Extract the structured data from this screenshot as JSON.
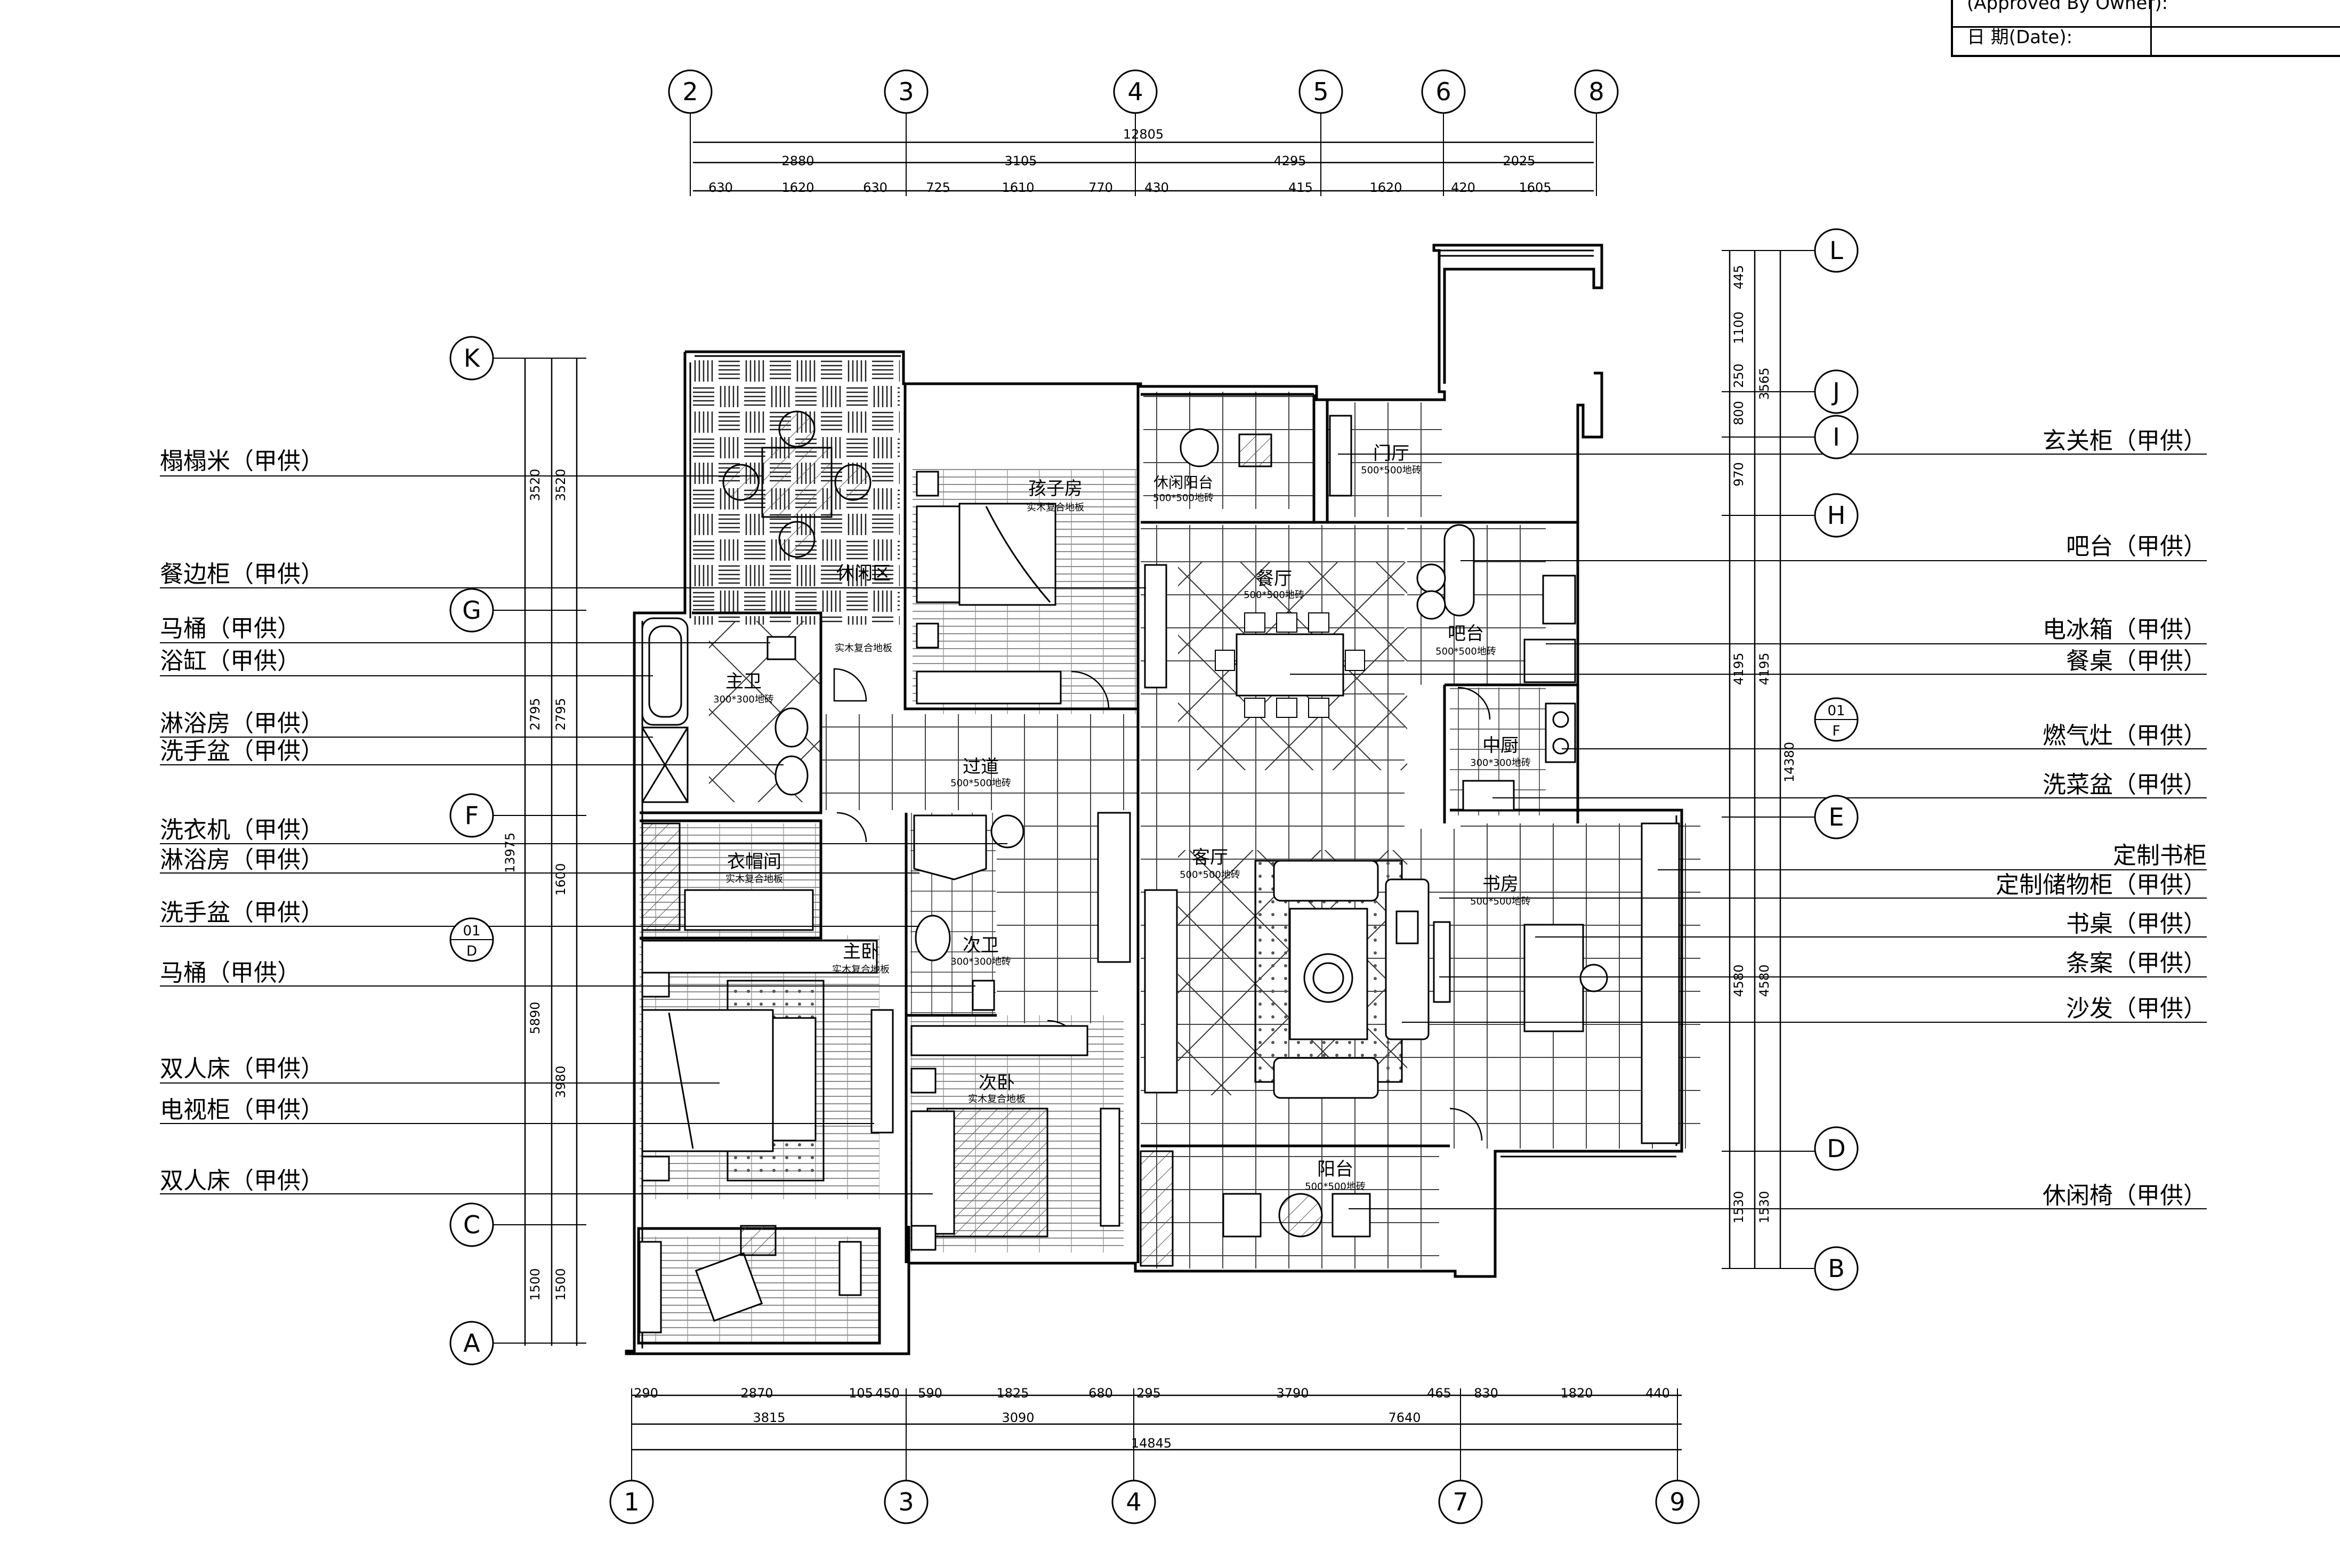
{
  "title_block": {
    "approved_by": "(Approved By Owner):",
    "date": "日 期(Date):"
  },
  "grid_top": [
    "2",
    "3",
    "4",
    "5",
    "6",
    "8"
  ],
  "grid_bottom": [
    "1",
    "3",
    "4",
    "7",
    "9"
  ],
  "grid_left": [
    "K",
    "G",
    "F",
    "C",
    "A"
  ],
  "grid_right": [
    "L",
    "J",
    "I",
    "H",
    "E",
    "D",
    "B"
  ],
  "detail_refs": {
    "left": {
      "top": "01",
      "bottom": "D"
    },
    "right": {
      "top": "01",
      "bottom": "F"
    }
  },
  "dims_top": {
    "total": "12805",
    "segments": [
      "2880",
      "3105",
      "4295",
      "2025"
    ],
    "sub": [
      "630",
      "1620",
      "630",
      "725",
      "1610",
      "770",
      "430",
      "415",
      "1620",
      "420",
      "1605"
    ]
  },
  "dims_bottom": {
    "sub": [
      "290",
      "2870",
      "105",
      "450",
      "590",
      "1825",
      "680",
      "295",
      "3790",
      "465",
      "830",
      "1820",
      "440"
    ],
    "segments": [
      "3815",
      "3090",
      "7640"
    ],
    "total": "14845"
  },
  "dims_left": {
    "outer": [
      "3520",
      "2795",
      "5890",
      "1500"
    ],
    "inner": [
      "3520",
      "2795",
      "1600",
      "3980",
      "1500"
    ],
    "total": "13975"
  },
  "dims_right": {
    "inner": [
      "445",
      "1100",
      "250",
      "800",
      "970",
      "4195",
      "4580",
      "1530"
    ],
    "outer": [
      "3565",
      "4195",
      "4580",
      "1530"
    ],
    "total": "14380"
  },
  "rooms": {
    "leisure_area": "休闲区",
    "child_room": "孩子房",
    "child_floor": "实木复合地板",
    "leisure_balcony": "休闲阳台",
    "leisure_balcony_floor": "500*500地砖",
    "foyer": "门厅",
    "foyer_floor": "500*500地砖",
    "dining": "餐厅",
    "dining_floor": "500*500地砖",
    "bar": "吧台",
    "bar_floor": "500*500地砖",
    "master_bath": "主卫",
    "master_bath_floor": "300*300地砖",
    "master_bath_door_floor": "实木复合地板",
    "corridor": "过道",
    "corridor_floor": "500*500地砖",
    "kitchen": "中厨",
    "kitchen_floor": "300*300地砖",
    "cloakroom": "衣帽间",
    "cloakroom_floor": "实木复合地板",
    "living": "客厅",
    "living_floor": "500*500地砖",
    "study": "书房",
    "study_floor": "500*500地砖",
    "master_bed": "主卧",
    "master_bed_floor": "实木复合地板",
    "second_bath": "次卫",
    "second_bath_floor": "300*300地砖",
    "second_bed": "次卧",
    "second_bed_floor": "实木复合地板",
    "balcony": "阳台",
    "balcony_floor": "500*500地砖"
  },
  "labels_left": [
    "榻榻米（甲供）",
    "餐边柜（甲供）",
    "马桶（甲供）",
    "浴缸（甲供）",
    "淋浴房（甲供）",
    "洗手盆（甲供）",
    "洗衣机（甲供）",
    "淋浴房（甲供）",
    "洗手盆（甲供）",
    "马桶（甲供）",
    "双人床（甲供）",
    "电视柜（甲供）",
    "双人床（甲供）"
  ],
  "labels_right": [
    "玄关柜（甲供）",
    "吧台（甲供）",
    "电冰箱（甲供）",
    "餐桌（甲供）",
    "燃气灶（甲供）",
    "洗菜盆（甲供）",
    "定制书柜",
    "定制储物柜（甲供）",
    "书桌（甲供）",
    "条案（甲供）",
    "沙发（甲供）",
    "休闲椅（甲供）"
  ]
}
